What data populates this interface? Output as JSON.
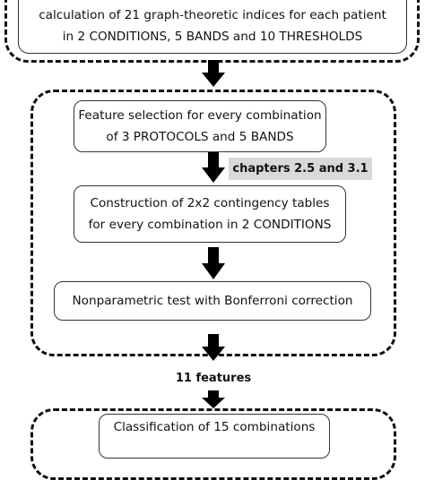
{
  "top_step": {
    "text": "calculation of 21 graph-theoretic indices for each patient\nin 2 CONDITIONS, 5 BANDS and 10 THRESHOLDS"
  },
  "middle_group": {
    "steps": [
      "Feature selection for every combination\nof 3 PROTOCOLS and 5 BANDS",
      "Construction of 2x2 contingency tables\nfor every combination in 2 CONDITIONS",
      "Nonparametric test with Bonferroni correction"
    ],
    "reference_tag": "chapters  2.5 and 3.1"
  },
  "output_label": "11 features",
  "bottom_step": {
    "text": "Classification of 15 combinations"
  },
  "colors": {
    "arrow": "#000000",
    "tag_background": "#d9d9d9"
  }
}
